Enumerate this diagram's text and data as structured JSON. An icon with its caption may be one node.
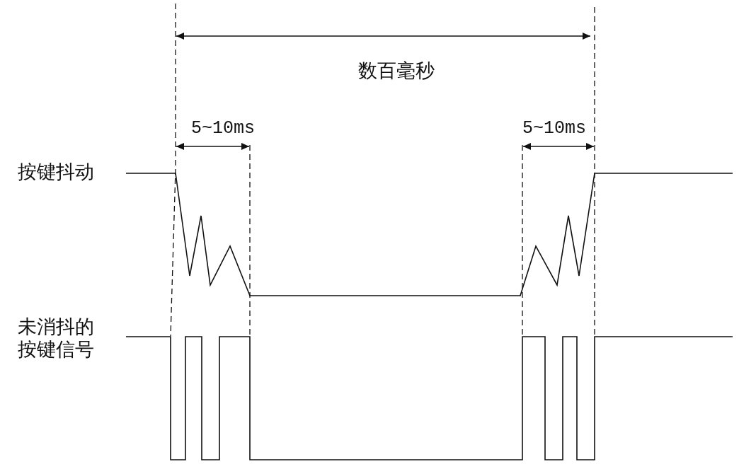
{
  "diagram": {
    "labels": [
      "数百毫秒",
      "5~10ms",
      "5~10ms",
      "按键抖动",
      "未消抖的按键信号"
    ]
  }
}
